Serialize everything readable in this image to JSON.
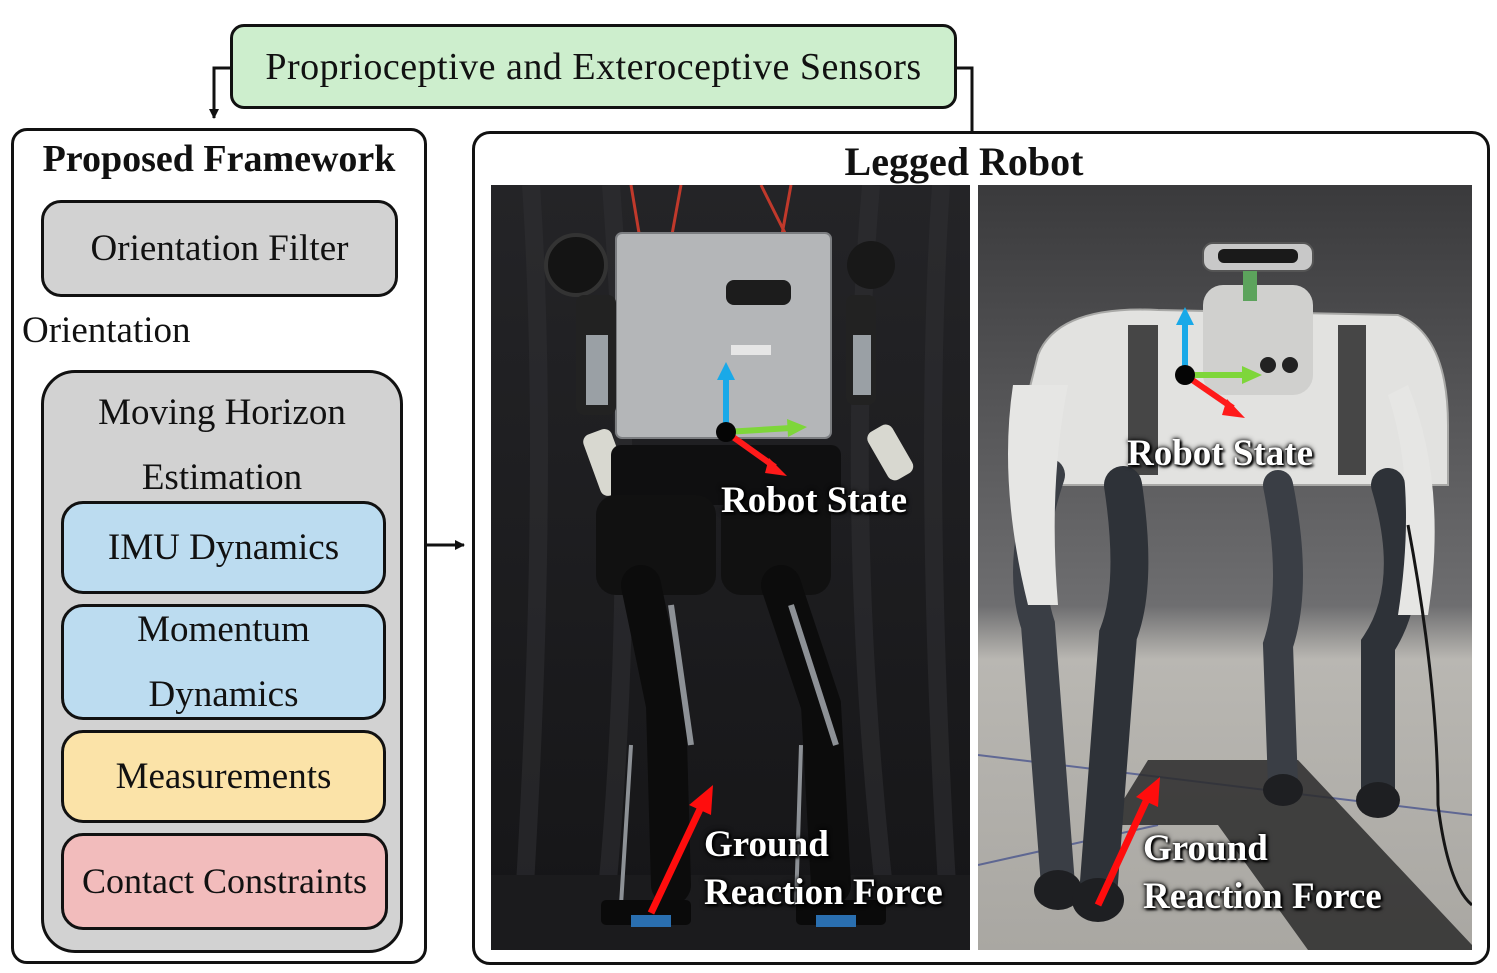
{
  "sensors": {
    "label": "Proprioceptive and Exteroceptive Sensors"
  },
  "framework": {
    "title": "Proposed Framework",
    "orientation_filter": "Orientation Filter",
    "orientation_label": "Orientation",
    "mhe": {
      "title_line1": "Moving Horizon",
      "title_line2": "Estimation",
      "imu": "IMU Dynamics",
      "momentum_line1": "Momentum",
      "momentum_line2": "Dynamics",
      "measurements": "Measurements",
      "contact": "Contact Constraints"
    }
  },
  "robot": {
    "title": "Legged Robot",
    "biped": {
      "state_label": "Robot State",
      "grf_line1": "Ground",
      "grf_line2": "Reaction Force"
    },
    "quadruped": {
      "state_label": "Robot State",
      "grf_line1": "Ground",
      "grf_line2": "Reaction Force"
    }
  },
  "colors": {
    "sensors_fill": "#cdeecd",
    "filter_fill": "#d2d2d2",
    "dynamics_fill": "#bcdcf0",
    "measurements_fill": "#fbe3a8",
    "contact_fill": "#f2bcbc",
    "axis_x": "#ff1a1a",
    "axis_y": "#7ed63a",
    "axis_z": "#19a9e8",
    "force_arrow": "#ff0d0d"
  }
}
